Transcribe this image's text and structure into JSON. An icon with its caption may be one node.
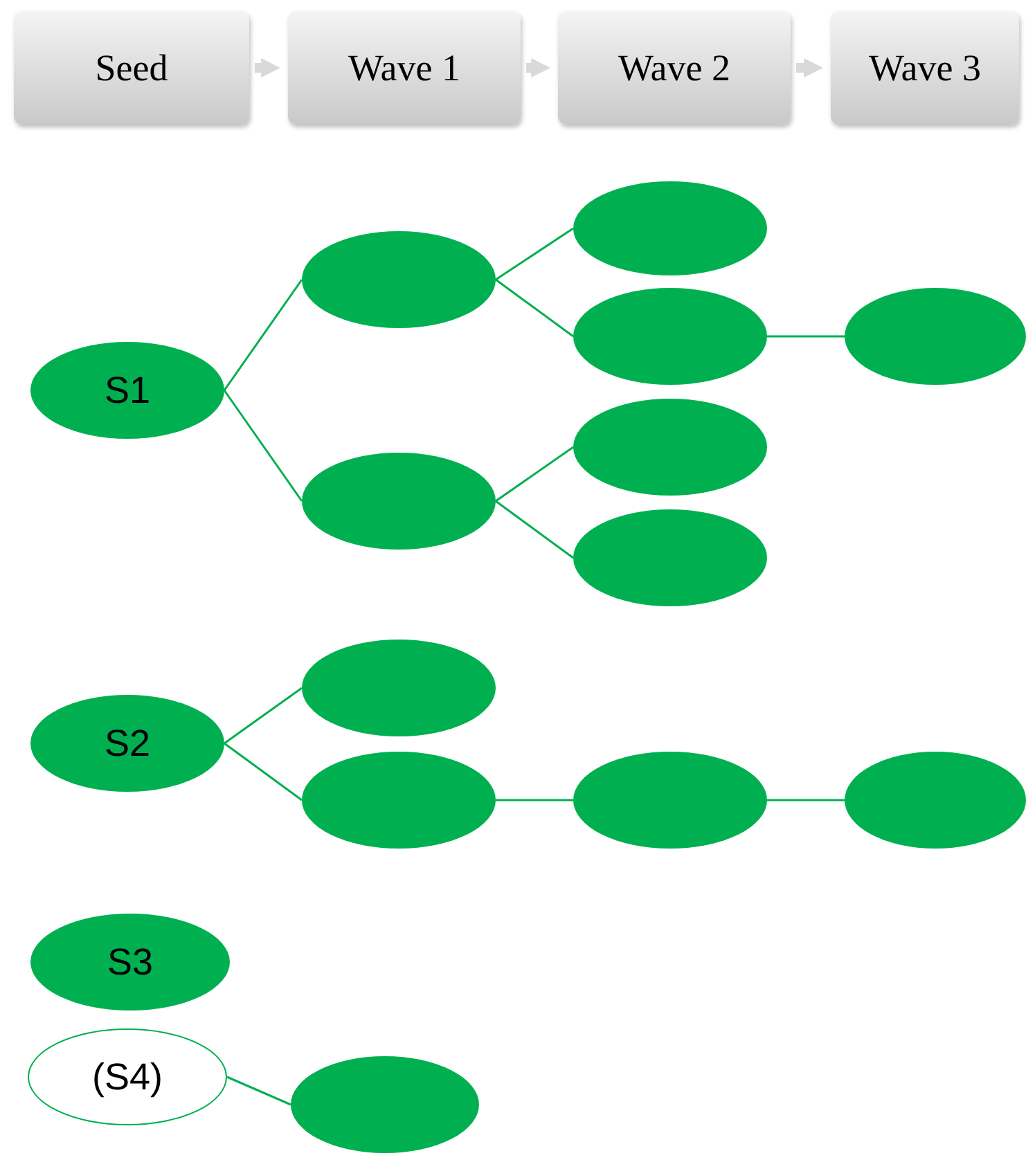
{
  "diagram": {
    "nodes": [
      {
        "text": [
          "Seed"
        ]
      },
      {
        "text": [
          "Wave 1"
        ]
      },
      {
        "text": [
          "Wave 2"
        ]
      },
      {
        "text": [
          "Wave 3"
        ]
      },
      {
        "text": [
          "S1"
        ]
      },
      {
        "text": [],
        "shape": "ellipse"
      },
      {
        "text": [],
        "shape": "ellipse"
      },
      {
        "text": [],
        "shape": "ellipse"
      },
      {
        "text": [],
        "shape": "ellipse"
      },
      {
        "text": [],
        "shape": "ellipse"
      },
      {
        "text": [],
        "shape": "ellipse"
      },
      {
        "text": [],
        "shape": "ellipse"
      },
      {
        "text": [
          "S2"
        ]
      },
      {
        "text": [],
        "shape": "ellipse"
      },
      {
        "text": [],
        "shape": "ellipse"
      },
      {
        "text": [],
        "shape": "ellipse"
      },
      {
        "text": [],
        "shape": "ellipse"
      },
      {
        "text": [
          "S3"
        ]
      },
      {
        "text": [
          "(S4)"
        ]
      },
      {
        "text": [],
        "shape": "ellipse"
      }
    ],
    "edges": [
      {
        "from": 0,
        "to": 1,
        "arrow": "to",
        "style": "thick",
        "color": "#d9d9d9"
      },
      {
        "from": 1,
        "to": 2,
        "arrow": "to",
        "style": "thick",
        "color": "#d9d9d9"
      },
      {
        "from": 2,
        "to": 3,
        "arrow": "to",
        "style": "thick",
        "color": "#d9d9d9"
      },
      {
        "from": 4,
        "to": 5,
        "arrow": "none"
      },
      {
        "from": 4,
        "to": 9,
        "arrow": "none"
      },
      {
        "from": 5,
        "to": 6,
        "arrow": "none"
      },
      {
        "from": 5,
        "to": 7,
        "arrow": "none"
      },
      {
        "from": 7,
        "to": 8,
        "arrow": "none"
      },
      {
        "from": 9,
        "to": 10,
        "arrow": "none"
      },
      {
        "from": 9,
        "to": 11,
        "arrow": "none"
      },
      {
        "from": 12,
        "to": 13,
        "arrow": "none"
      },
      {
        "from": 12,
        "to": 14,
        "arrow": "none"
      },
      {
        "from": 14,
        "to": 15,
        "arrow": "none"
      },
      {
        "from": 15,
        "to": 16,
        "arrow": "none"
      },
      {
        "from": 18,
        "to": 19,
        "arrow": "none"
      }
    ]
  }
}
